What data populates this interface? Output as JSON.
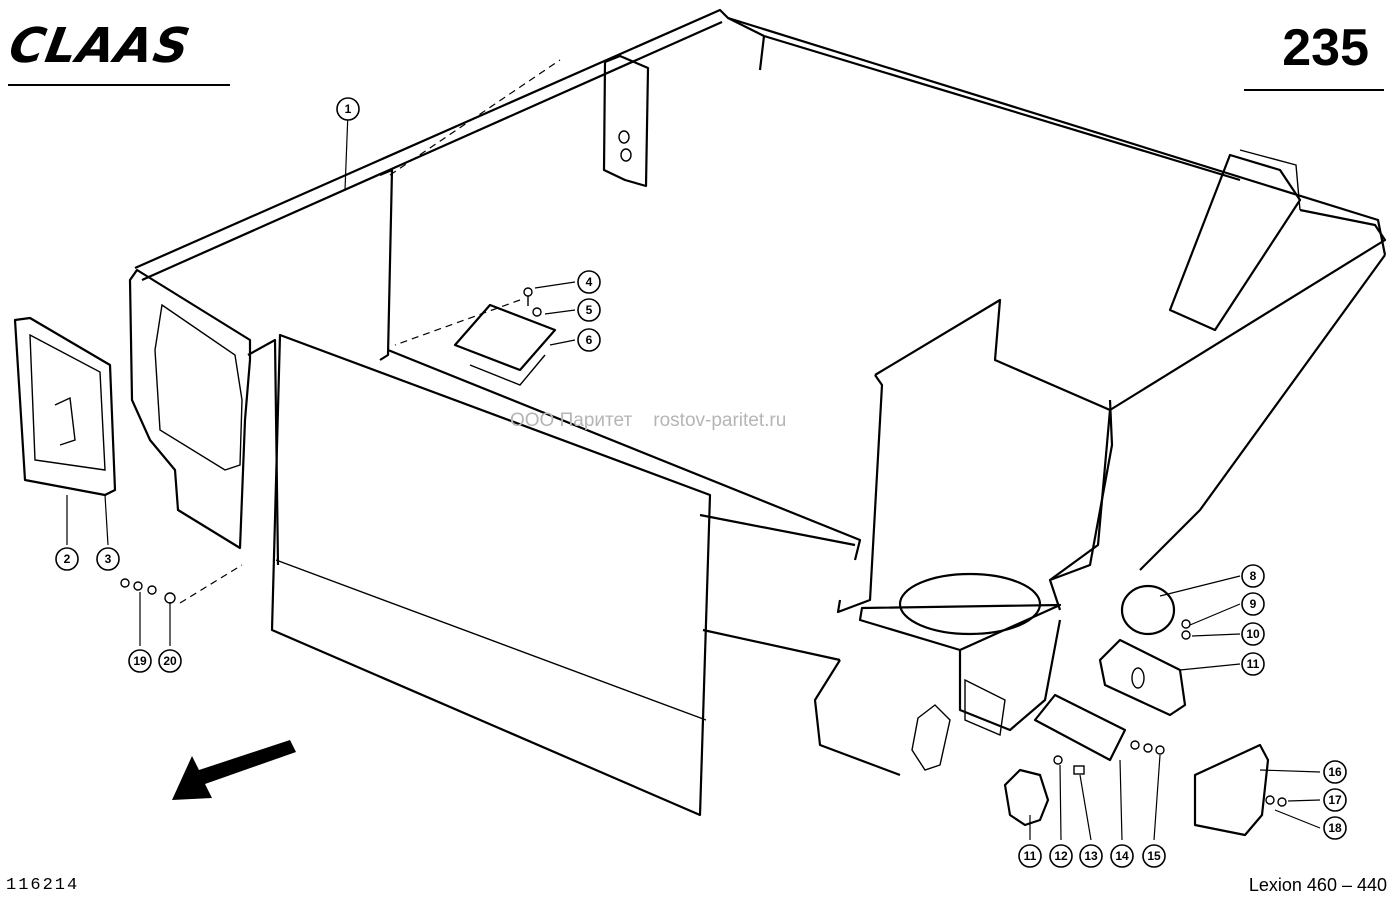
{
  "header": {
    "brand_logo": "CLAAS",
    "page_number": "235"
  },
  "footer": {
    "drawing_number": "116214",
    "model": "Lexion 460 – 440"
  },
  "watermark": {
    "company": "ООО Паритет",
    "website": "rostov-paritet.ru"
  },
  "callouts": [
    "1",
    "2",
    "3",
    "4",
    "5",
    "6",
    "8",
    "9",
    "10",
    "11",
    "11",
    "12",
    "13",
    "14",
    "15",
    "16",
    "17",
    "18",
    "19",
    "20"
  ],
  "colors": {
    "line": "#000000",
    "paper": "#ffffff",
    "watermark": "#b5b5b5"
  },
  "icons": {
    "direction_arrow": "direction-arrow-icon"
  }
}
